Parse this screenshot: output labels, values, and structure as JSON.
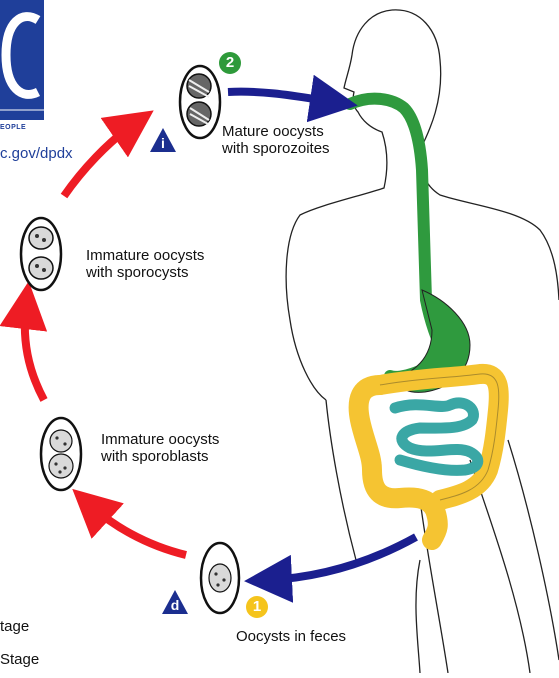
{
  "logo": {
    "letter": "C",
    "subtitle": "EOPLE",
    "url": "c.gov/dpdx"
  },
  "stages": {
    "mature": {
      "label_line1": "Mature oocysts",
      "label_line2": "with sporozoites",
      "number": "2",
      "letter": "i"
    },
    "sporocysts": {
      "label_line1": "Immature oocysts",
      "label_line2": "with sporocysts"
    },
    "sporoblasts": {
      "label_line1": "Immature oocysts",
      "label_line2": "with sporoblasts"
    },
    "feces": {
      "label": "Oocysts in feces",
      "number": "1",
      "letter": "d"
    }
  },
  "legend": {
    "item1": "tage",
    "item2": "Stage"
  },
  "colors": {
    "red_arrow": "#ee1c24",
    "blue_arrow": "#1b1f8f",
    "gi_green": "#2f9a3e",
    "colon_yellow": "#f5c432",
    "small_intestine_teal": "#3aa7a5",
    "badge_green": "#2e9a3a",
    "badge_yellow": "#f5c41c",
    "badge_blue": "#1b2e8f",
    "logo_blue": "#1f3f9a"
  }
}
